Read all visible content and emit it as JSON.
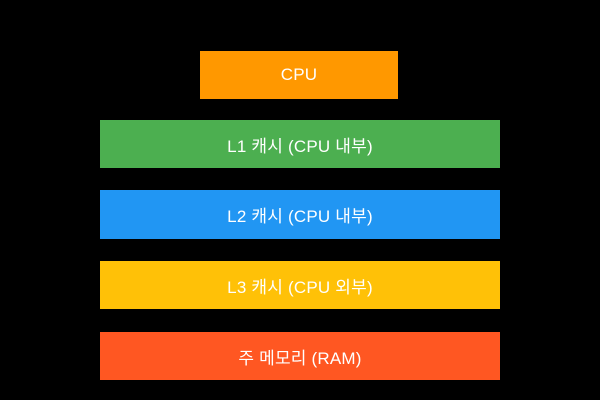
{
  "diagram": {
    "title": "memory-hierarchy",
    "background_color": "#000000",
    "text_color": "#ffffff",
    "layers": [
      {
        "id": "cpu",
        "label": "CPU",
        "color": "#FF9800"
      },
      {
        "id": "l1",
        "label": "L1 캐시 (CPU 내부)",
        "color": "#4CAF50"
      },
      {
        "id": "l2",
        "label": "L2 캐시 (CPU 내부)",
        "color": "#2196F3"
      },
      {
        "id": "l3",
        "label": "L3 캐시 (CPU 외부)",
        "color": "#FFC107"
      },
      {
        "id": "ram",
        "label": "주 메모리 (RAM)",
        "color": "#FF5722"
      }
    ]
  }
}
